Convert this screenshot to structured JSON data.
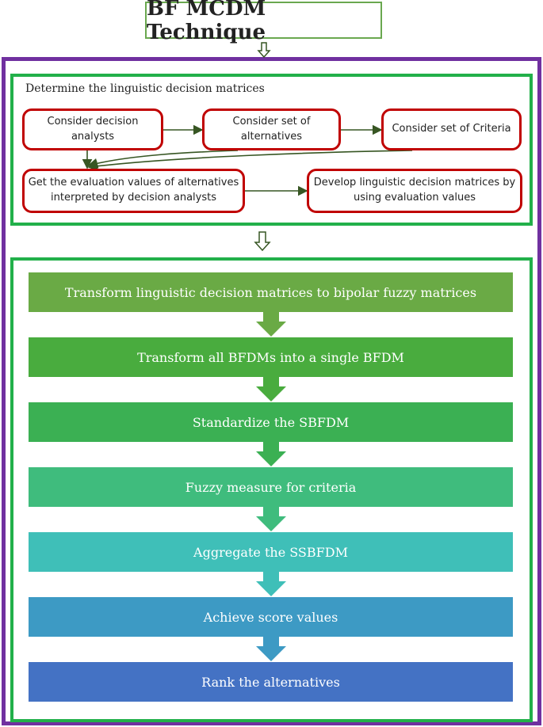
{
  "title": "BF MCDM Technique",
  "panel1": {
    "heading": "Determine the linguistic decision matrices",
    "boxes": [
      "Consider decision analysts",
      "Consider set of alternatives",
      "Consider set of Criteria",
      "Get the evaluation values of alternatives interpreted by decision analysts",
      "Develop linguistic decision matrices by using evaluation values"
    ]
  },
  "steps": [
    {
      "label": "Transform linguistic decision matrices to bipolar fuzzy matrices",
      "color": "#6aaa45"
    },
    {
      "label": "Transform all BFDMs into a single BFDM",
      "color": "#49ac3e"
    },
    {
      "label": "Standardize the SBFDM",
      "color": "#3bb053"
    },
    {
      "label": "Fuzzy measure for criteria",
      "color": "#3fbc7d"
    },
    {
      "label": "Aggregate the SSBFDM",
      "color": "#3fbfb8"
    },
    {
      "label": "Achieve score values",
      "color": "#3d9ac4"
    },
    {
      "label": "Rank the alternatives",
      "color": "#4472c4"
    }
  ],
  "colors": {
    "outer_border": "#7030a0",
    "panel_border": "#22b04a",
    "box_border": "#c00000",
    "connector": "#375623"
  }
}
